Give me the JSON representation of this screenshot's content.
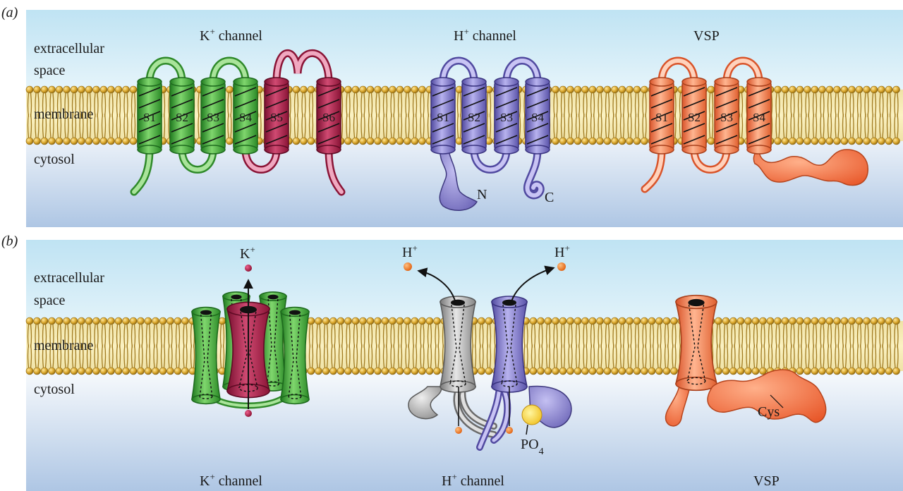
{
  "panels": [
    {
      "tag": "(a)",
      "regions": {
        "extracellular_line1": "extracellular",
        "extracellular_line2": "space",
        "membrane": "membrane",
        "cytosol": "cytosol"
      },
      "titles": {
        "k_channel": {
          "main": "K",
          "sup": "+",
          "rest": " channel"
        },
        "h_channel": {
          "main": "H",
          "sup": "+",
          "rest": " channel"
        },
        "vsp": "VSP"
      },
      "k_segments": [
        "S1",
        "S2",
        "S3",
        "S4",
        "S5",
        "S6"
      ],
      "h_segments": [
        "S1",
        "S2",
        "S3",
        "S4"
      ],
      "vsp_segments": [
        "S1",
        "S2",
        "S3",
        "S4"
      ],
      "termini": {
        "n": "N",
        "c": "C"
      }
    },
    {
      "tag": "(b)",
      "regions": {
        "extracellular_line1": "extracellular",
        "extracellular_line2": "space",
        "membrane": "membrane",
        "cytosol": "cytosol"
      },
      "ions": {
        "k": {
          "main": "K",
          "sup": "+"
        },
        "h_left": {
          "main": "H",
          "sup": "+"
        },
        "h_right": {
          "main": "H",
          "sup": "+"
        }
      },
      "phosphate": {
        "main": "PO",
        "sub": "4"
      },
      "cys": "Cys",
      "captions": {
        "k_channel": {
          "main": "K",
          "sup": "+",
          "rest": " channel"
        },
        "h_channel": {
          "main": "H",
          "sup": "+",
          "rest": " channel"
        },
        "vsp": "VSP"
      }
    }
  ],
  "colors": {
    "k_green": "#3fae3a",
    "k_crimson": "#b0204a",
    "h_purple": "#7f79c6",
    "h_grey": "#a8a8a8",
    "vsp_orange": "#f07a48",
    "lipid_head": "#d8a52a",
    "ion_k": "#a01840",
    "ion_h": "#f07a20"
  }
}
